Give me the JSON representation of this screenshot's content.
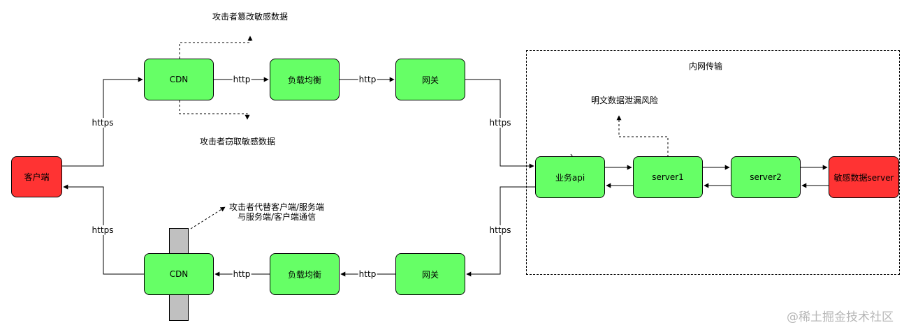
{
  "diagram": {
    "nodes": {
      "client": "客户端",
      "cdn_top": "CDN",
      "lb_top": "负载均衡",
      "gw_top": "网关",
      "cdn_bottom": "CDN",
      "lb_bottom": "负载均衡",
      "gw_bottom": "网关",
      "biz_api": "业务api",
      "server1": "server1",
      "server2": "server2",
      "sensitive_server": "敏感数据server"
    },
    "edges": {
      "client_to_cdn": "https",
      "cdn_to_client": "https",
      "cdn_to_lb_top": "http",
      "lb_to_gw_top": "http",
      "gw_to_api": "https",
      "api_to_gw": "https",
      "gw_to_lb_bottom": "http",
      "lb_to_cdn_bottom": "http"
    },
    "zone_label": "内网传输",
    "annotations": {
      "tamper": "攻击者篡改敏感数据",
      "steal": "攻击者窃取敏感数据",
      "impersonate_line1": "攻击者代替客户端/服务端",
      "impersonate_line2": "与服务端/客户端通信",
      "plaintext_leak": "明文数据泄漏风险"
    },
    "watermark": "@稀土掘金技术社区"
  },
  "colors": {
    "node_green": "#66ff66",
    "node_red": "#ff3333",
    "gray_bar": "#c0c0c0"
  }
}
